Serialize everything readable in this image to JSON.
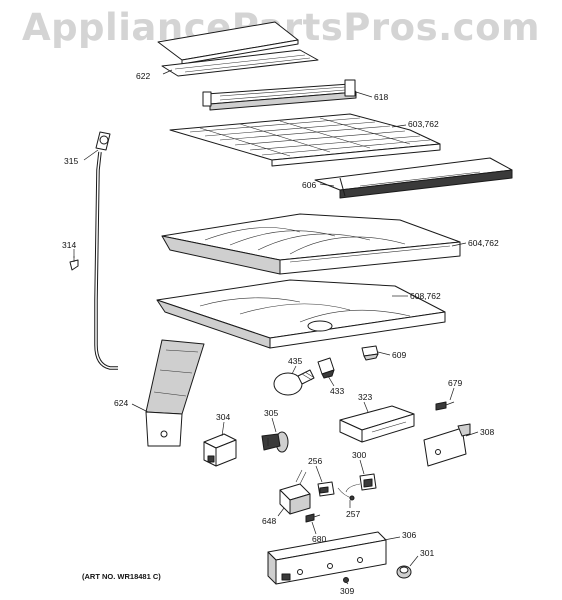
{
  "watermark": "AppliancePartsPros.com",
  "art_number": "(ART NO. WR18481 C)",
  "callouts": {
    "c622": "622",
    "c618": "618",
    "c603": "603,762",
    "c606": "606",
    "c604": "604,762",
    "c608": "608,762",
    "c315": "315",
    "c314": "314",
    "c609": "609",
    "c435": "435",
    "c433": "433",
    "c624": "624",
    "c304": "304",
    "c305": "305",
    "c323": "323",
    "c679": "679",
    "c308": "308",
    "c256": "256",
    "c300": "300",
    "c257": "257",
    "c648": "648",
    "c680": "680",
    "c306": "306",
    "c301": "301",
    "c309": "309"
  }
}
